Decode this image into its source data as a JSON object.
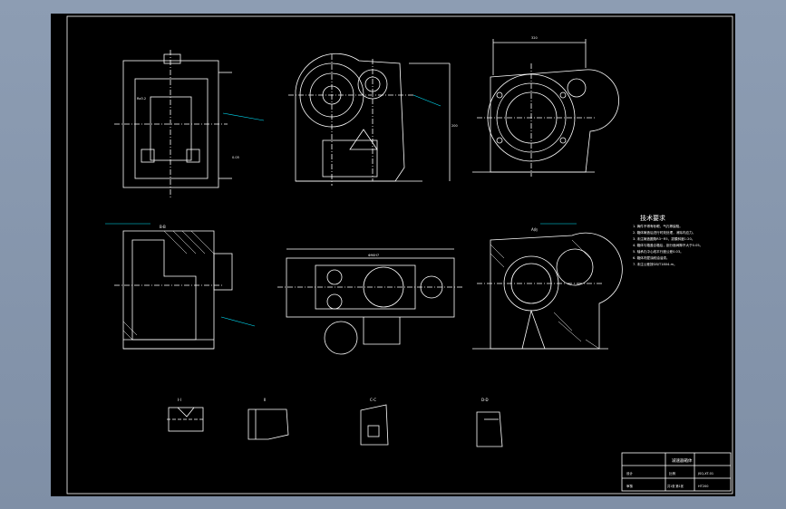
{
  "viewport": {
    "background": "#000000",
    "chrome": "#8d9db3",
    "line_color": "#ffffff",
    "accent_color": "#00e5ff"
  },
  "title_block": {
    "part_name": "减速器箱体",
    "drawing_no": "JSQ-XT-01",
    "scale_label": "比例",
    "material": "HT200",
    "sheet": "共1张 第1张",
    "designer": "设计",
    "checker": "审核"
  },
  "notes": {
    "heading": "技术要求",
    "items": [
      "1. 铸件不得有砂眼、气孔等缺陷。",
      "2. 箱体铸造后进行时效处理，消除内应力。",
      "3. 未注铸造圆角R3~R5，拔模斜度1:20。",
      "4. 箱体与箱盖合箱后，剖分面间隙不大于0.05。",
      "5. 轴承孔中心线平行度公差0.03。",
      "6. 箱体内壁涂耐油油漆。",
      "7. 未注公差按GB/T1804-m。"
    ]
  },
  "section_labels": {
    "view_b": "B-B",
    "view_a": "A向",
    "detail_1": "I-I",
    "detail_2": "II",
    "detail_3": "C-C",
    "detail_4": "D-D"
  },
  "annotations": {
    "roughness": "Ra3.2",
    "tolerance": "0.05",
    "dim_top": "320",
    "dim_side": "200",
    "dim_hole": "Φ90H7"
  }
}
